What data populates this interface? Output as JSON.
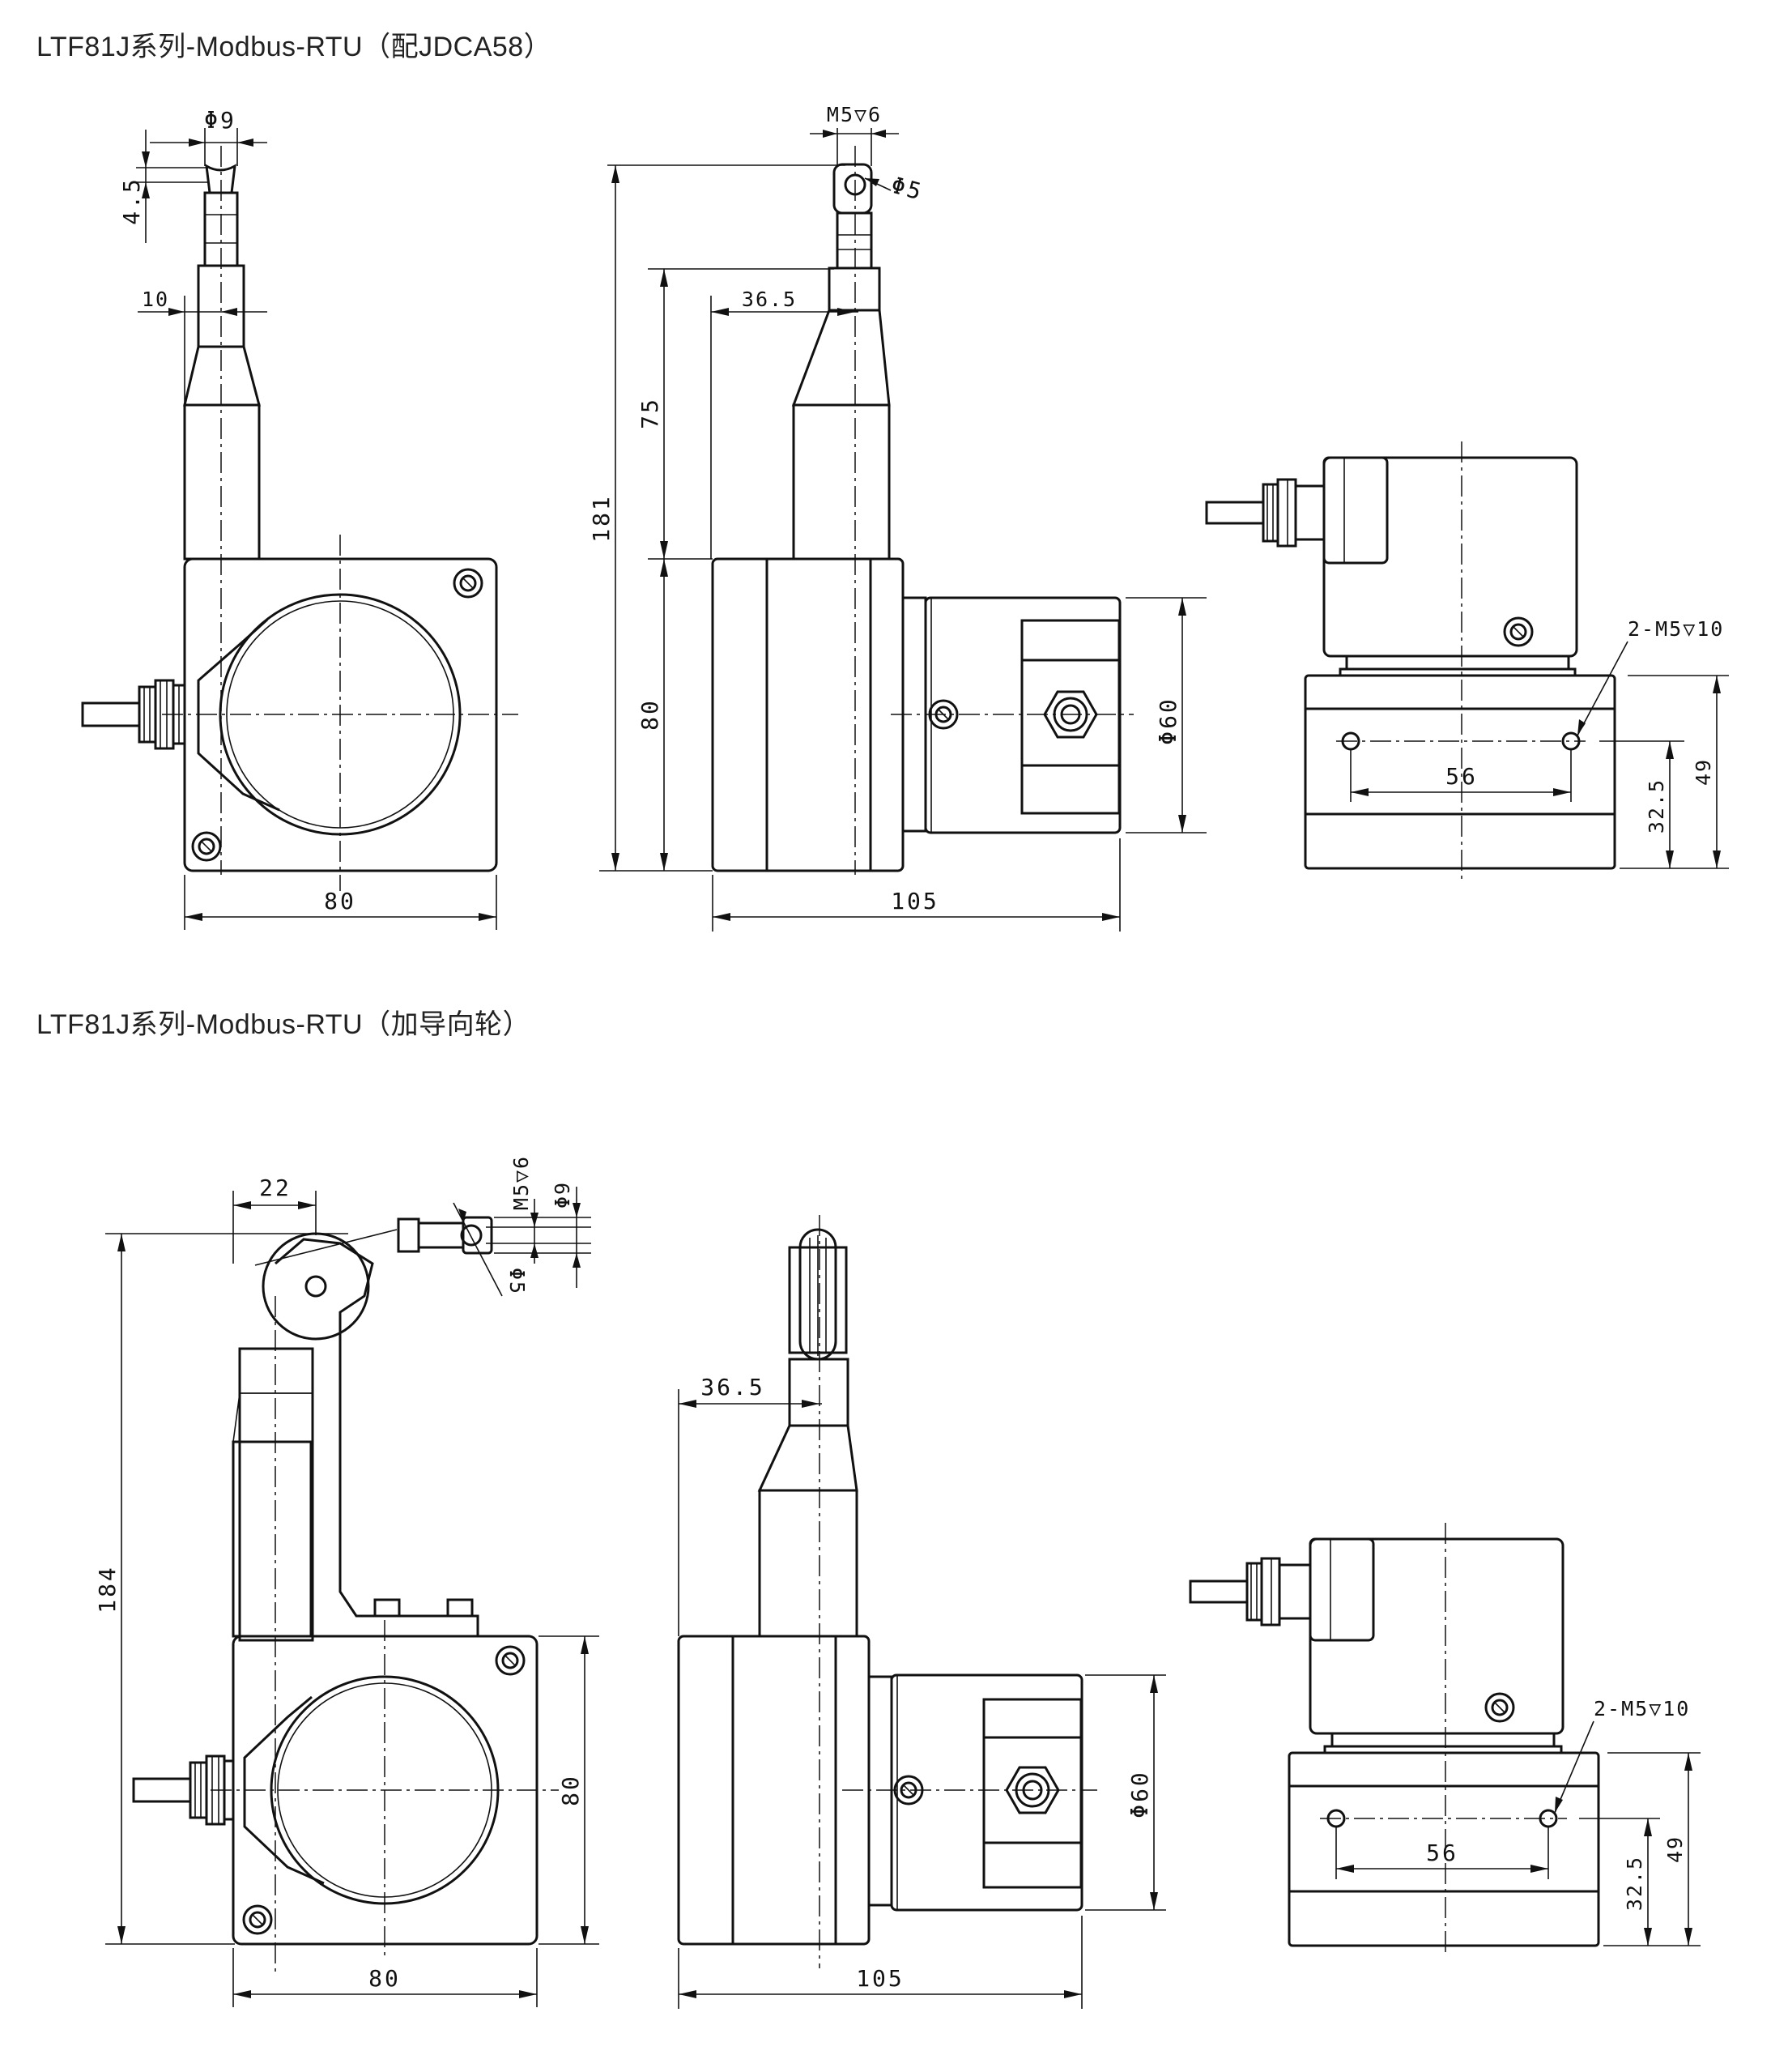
{
  "titles": {
    "top": "LTF81J系列-Modbus-RTU（配JDCA58）",
    "bottom": "LTF81J系列-Modbus-RTU（加导向轮）"
  },
  "top_view": {
    "front": {
      "shaft_dia": "Φ9",
      "end_height": "4.5",
      "rod_offset": "10",
      "width": "80"
    },
    "side": {
      "thread": "M5▽6",
      "hole_dia": "Φ5",
      "offset": "36.5",
      "rod_length": "75",
      "total_height": "181",
      "body_height": "80",
      "encoder_dia": "Φ60",
      "depth": "105"
    },
    "top": {
      "holes": "2-M5▽10",
      "hole_spacing": "56",
      "hole_height": "32.5",
      "base_height": "49"
    }
  },
  "bottom_view": {
    "front": {
      "pulley_offset": "22",
      "thread": "M5▽6",
      "shaft_dia": "Φ9",
      "hole_dia": "Φ5",
      "total_height": "184",
      "body_height": "80",
      "width": "80"
    },
    "side": {
      "offset": "36.5",
      "encoder_dia": "Φ60",
      "depth": "105"
    },
    "top": {
      "holes": "2-M5▽10",
      "hole_spacing": "56",
      "hole_height": "32.5",
      "base_height": "49"
    }
  }
}
